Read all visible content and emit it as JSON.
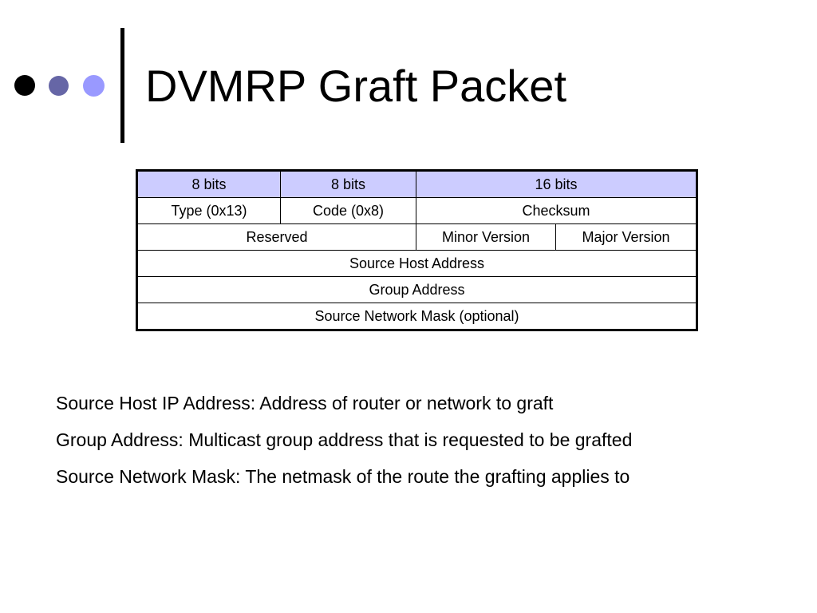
{
  "slide": {
    "title": "DVMRP Graft Packet",
    "bullet_colors": [
      "#000000",
      "#6666a6",
      "#9999ff"
    ]
  },
  "packet_table": {
    "header": [
      "8 bits",
      "8 bits",
      "16 bits"
    ],
    "row_type": {
      "type": "Type (0x13)",
      "code": "Code (0x8)",
      "checksum": "Checksum"
    },
    "row_version": {
      "reserved": "Reserved",
      "minor": "Minor Version",
      "major": "Major Version"
    },
    "source_host": "Source Host Address",
    "group_address": "Group Address",
    "source_mask": "Source Network Mask (optional)",
    "header_color": "#ccccff"
  },
  "notes": [
    "Source Host IP Address: Address of router or network to graft",
    "Group Address: Multicast group address that is requested to be grafted",
    "Source Network Mask: The netmask of the route the grafting applies to"
  ]
}
